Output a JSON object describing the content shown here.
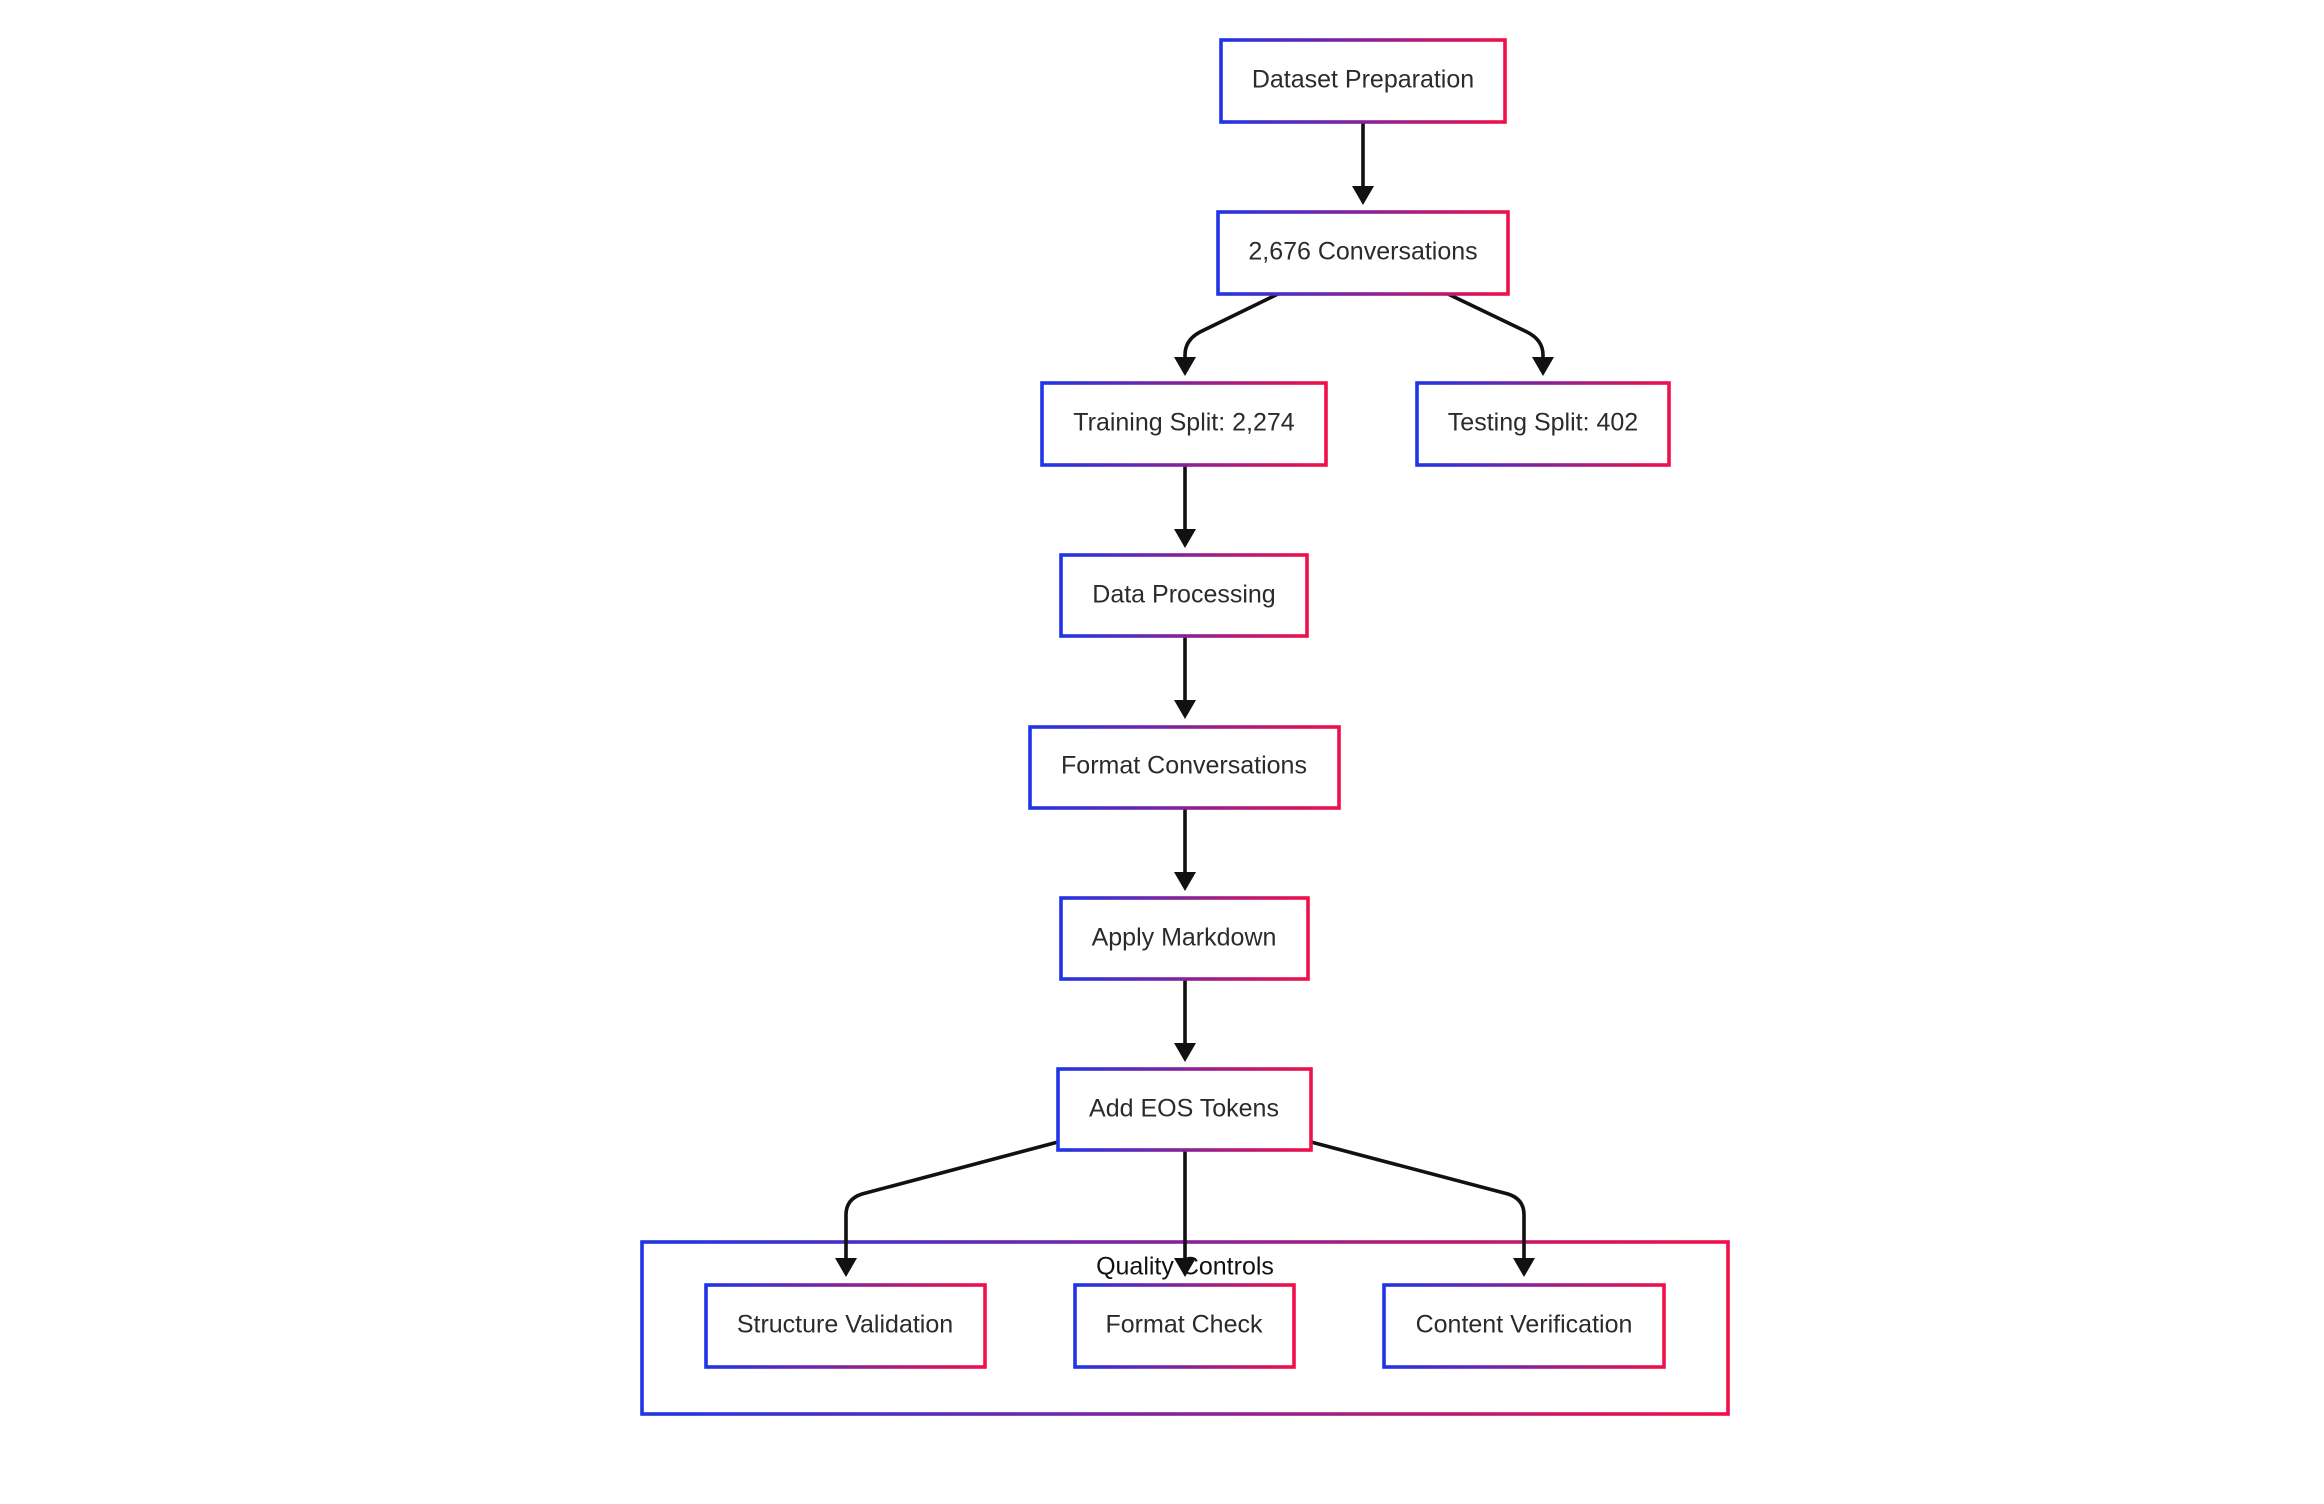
{
  "diagram": {
    "nodes": {
      "dataset_preparation": "Dataset Preparation",
      "conversations": "2,676 Conversations",
      "training_split": "Training Split: 2,274",
      "testing_split": "Testing Split: 402",
      "data_processing": "Data Processing",
      "format_conversations": "Format Conversations",
      "apply_markdown": "Apply Markdown",
      "add_eos_tokens": "Add EOS Tokens",
      "structure_validation": "Structure Validation",
      "format_check": "Format Check",
      "content_verification": "Content Verification"
    },
    "groups": {
      "quality_controls": "Quality Controls"
    },
    "colors": {
      "border_start": "#1f35e6",
      "border_end": "#f0104a",
      "edge": "#111111",
      "text": "#2b2b2b",
      "background": "#ffffff"
    }
  }
}
